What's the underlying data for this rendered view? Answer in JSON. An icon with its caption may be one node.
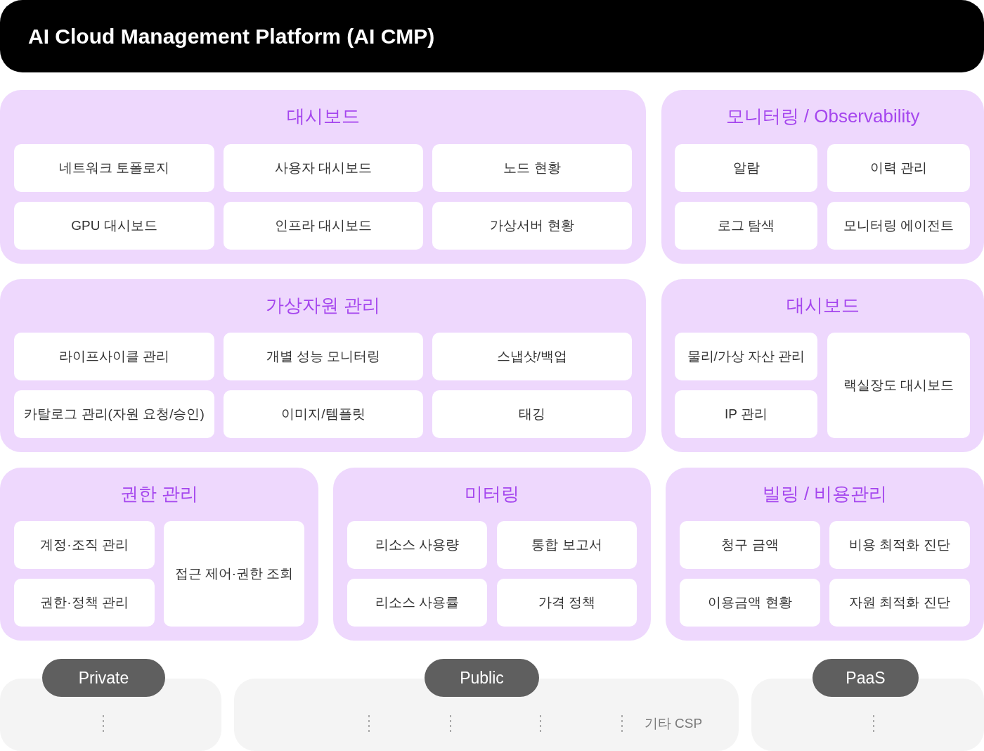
{
  "diagram": {
    "title": "AI Cloud Management Platform (AI CMP)",
    "nodes": [
      {
        "text": [
          "대시보드"
        ]
      },
      {
        "text": [
          "네트워크 토폴로지"
        ],
        "in": 0
      },
      {
        "text": [
          "사용자 대시보드"
        ],
        "in": 0
      },
      {
        "text": [
          "노드 현황"
        ],
        "in": 0
      },
      {
        "text": [
          "GPU 대시보드"
        ],
        "in": 0
      },
      {
        "text": [
          "인프라 대시보드"
        ],
        "in": 0
      },
      {
        "text": [
          "가상서버 현황"
        ],
        "in": 0
      },
      {
        "text": [
          "모니터링 / Observability"
        ]
      },
      {
        "text": [
          "알람"
        ],
        "in": 7
      },
      {
        "text": [
          "이력 관리"
        ],
        "in": 7
      },
      {
        "text": [
          "로그 탐색"
        ],
        "in": 7
      },
      {
        "text": [
          "모니터링 에이전트"
        ],
        "in": 7
      },
      {
        "text": [
          "가상자원 관리"
        ]
      },
      {
        "text": [
          "라이프사이클 관리"
        ],
        "in": 12
      },
      {
        "text": [
          "개별 성능 모니터링"
        ],
        "in": 12
      },
      {
        "text": [
          "스냅샷/백업"
        ],
        "in": 12
      },
      {
        "text": [
          "카탈로그 관리(자원 요청/승인)"
        ],
        "in": 12
      },
      {
        "text": [
          "이미지/템플릿"
        ],
        "in": 12
      },
      {
        "text": [
          "태깅"
        ],
        "in": 12
      },
      {
        "text": [
          "대시보드"
        ]
      },
      {
        "text": [
          "물리/가상 자산 관리"
        ],
        "in": 19
      },
      {
        "text": [
          "랙실장도 대시보드"
        ],
        "in": 19
      },
      {
        "text": [
          "IP 관리"
        ],
        "in": 19
      },
      {
        "text": [
          "권한 관리"
        ]
      },
      {
        "text": [
          "계정·조직 관리"
        ],
        "in": 23
      },
      {
        "text": [
          "접근 제어·권한 조회"
        ],
        "in": 23
      },
      {
        "text": [
          "권한·정책 관리"
        ],
        "in": 23
      },
      {
        "text": [
          "미터링"
        ]
      },
      {
        "text": [
          "리소스 사용량"
        ],
        "in": 27
      },
      {
        "text": [
          "통합 보고서"
        ],
        "in": 27
      },
      {
        "text": [
          "리소스 사용률"
        ],
        "in": 27
      },
      {
        "text": [
          "가격 정책"
        ],
        "in": 27
      },
      {
        "text": [
          "빌링 / 비용관리"
        ]
      },
      {
        "text": [
          "청구 금액"
        ],
        "in": 32
      },
      {
        "text": [
          "비용 최적화 진단"
        ],
        "in": 32
      },
      {
        "text": [
          "이용금액 현황"
        ],
        "in": 32
      },
      {
        "text": [
          "자원 최적화 진단"
        ],
        "in": 32
      },
      {
        "text": [
          "Private"
        ]
      },
      {
        "text": [
          "Public",
          "기타 CSP"
        ]
      },
      {
        "text": [
          "PaaS"
        ]
      }
    ]
  }
}
